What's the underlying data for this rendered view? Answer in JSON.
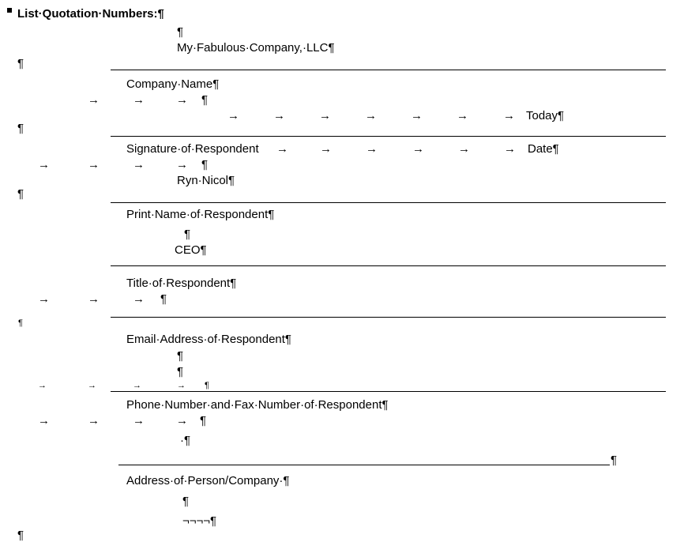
{
  "marks": {
    "pilcrow": "¶",
    "tab": "→",
    "dot_pilcrow": "·¶",
    "hyphens_pilcrow": "¬¬¬¬¶"
  },
  "doc": {
    "heading": "List·Quotation·Numbers:¶",
    "company_value": "My·Fabulous·Company,·LLC¶",
    "company_name_label": "Company·Name¶",
    "today_value": "Today¶",
    "signature_label": "Signature·of·Respondent",
    "date_label": "Date¶",
    "respondent_name_value": "Ryn·Nicol¶",
    "print_name_label": "Print·Name·of·Respondent¶",
    "respondent_title_value": "CEO¶",
    "title_label": "Title·of·Respondent¶",
    "email_label": "Email·Address·of·Respondent¶",
    "phone_label": "Phone·Number·and·Fax·Number·of·Respondent¶",
    "address_label": "Address·of·Person/Company·¶"
  }
}
